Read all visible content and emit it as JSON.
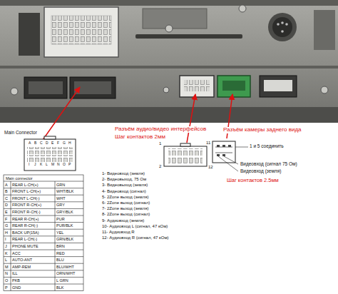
{
  "diagram": {
    "labels": [
      "Main Connector",
      "A",
      "B",
      "C",
      "D",
      "E",
      "F",
      "G",
      "H",
      "I",
      "J",
      "K",
      "L",
      "M",
      "N",
      "O",
      "P",
      "Main connector",
      "A",
      "REAR L-CH(+)",
      "GRN",
      "B",
      "FRONT L-CH(+)",
      "WHT/BLK",
      "C",
      "FRONT L-CH(-)",
      "WHT",
      "D",
      "FRONT R-CH(+)",
      "GRY",
      "E",
      "FRONT R-CH(-)",
      "GRY/BLK",
      "F",
      "REAR R-CH(+)",
      "PUR",
      "G",
      "REAR R-CH(-)",
      "PUR/BLK",
      "H",
      "BACK UP(15A)",
      "YEL",
      "I",
      "REAR L-CH(-)",
      "GRN/BLK",
      "J",
      "PHONE MUTE",
      "BRN",
      "K",
      "ACC",
      "RED",
      "L",
      "AUTO-ANT",
      "BLU",
      "M",
      "AMP-REM",
      "BLU/WHT",
      "N",
      "ILL",
      "ORN/WHT",
      "O",
      "PKB",
      "L GRN",
      "P",
      "GND",
      "BLK",
      "Разъём аудио/видео интерфейсов",
      "Шаг контактов 2мм",
      "1",
      "11",
      "2",
      "12",
      "1- Видеовход (земля)",
      "2- Видеовыход, 75 Ом",
      "3- Видеовыход (земля)",
      "4- Видеовход (сигнал)",
      "5- 2Zone выход (земля)",
      "6- 2Zone выход (сигнал)",
      "7- 2Zone выход (земля)",
      "8- 2Zone выход (сигнал)",
      "9- Аудиовход (земля)",
      "10- Аудиовход L (сигнал, 47 кОм)",
      "11- Аудиовход R",
      "12- Аудиовход R (сигнал, 47 кОм)",
      "Разъём камеры заднего вида",
      "1 и 5 соединить",
      "Видеовход (сигнал 75 Ом)",
      "Видеовход (земля)",
      "Шаг контактов 2.5мм"
    ]
  }
}
